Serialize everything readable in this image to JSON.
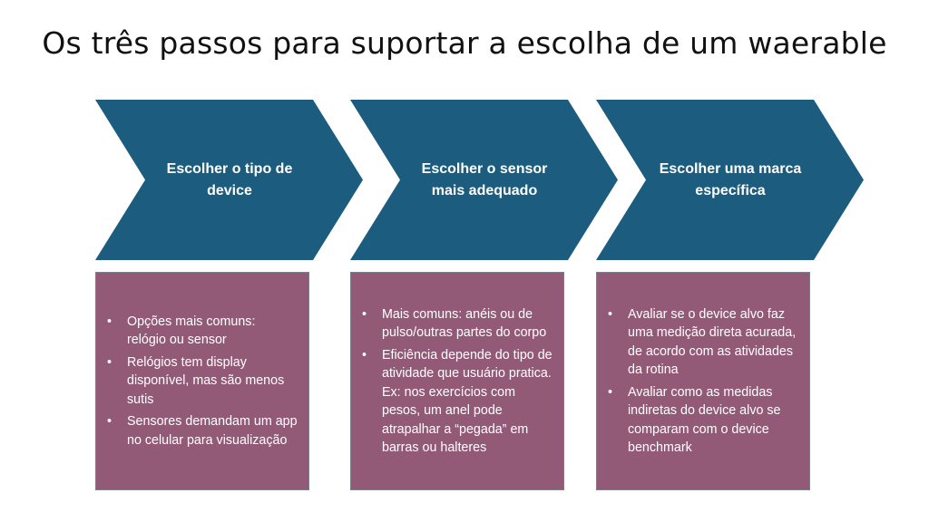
{
  "title": "Os três passos para suportar a escolha de um waerable",
  "colors": {
    "chevron": "#1c5d7f",
    "box": "#935a78"
  },
  "steps": [
    {
      "label": "Escolher o tipo de device",
      "bullets": [
        "Opções mais comuns: relógio ou sensor",
        "Relógios tem display disponível, mas são menos sutis",
        "Sensores demandam um app no celular para visualização"
      ]
    },
    {
      "label": "Escolher o sensor mais adequado",
      "bullets": [
        "Mais comuns: anéis ou de pulso/outras partes do corpo",
        "Eficiência depende do tipo de atividade que usuário pratica. Ex: nos exercícios com pesos, um anel pode atrapalhar a “pegada” em barras ou halteres"
      ]
    },
    {
      "label": "Escolher uma marca específica",
      "bullets": [
        "Avaliar se o device alvo faz uma medição direta acurada, de acordo com as atividades da rotina",
        "Avaliar como as medidas indiretas do device alvo se comparam com o device benchmark"
      ]
    }
  ]
}
